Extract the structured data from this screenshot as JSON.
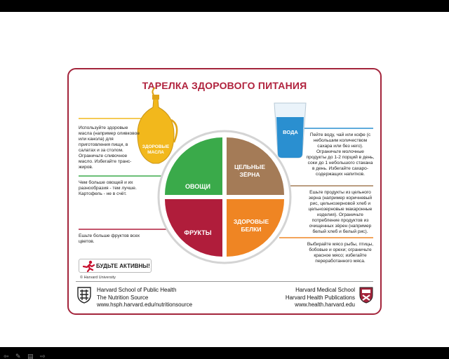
{
  "title": "ТАРЕЛКА ЗДОРОВОГО ПИТАНИЯ",
  "oil": {
    "label_line1": "ЗДОРОВЫЕ",
    "label_line2": "МАСЛА",
    "color": "#f2b81c"
  },
  "water": {
    "label": "ВОДА",
    "color": "#2a8fd0"
  },
  "plate": {
    "vegetables": {
      "label": "ОВОЩИ",
      "color": "#3aaa4a"
    },
    "grains": {
      "label_line1": "ЦЕЛЬНЫЕ",
      "label_line2": "ЗЁРНА",
      "color": "#a47b57"
    },
    "fruits": {
      "label": "ФРУКТЫ",
      "color": "#b01d3b"
    },
    "protein": {
      "label_line1": "ЗДОРОВЫЕ",
      "label_line2": "БЕЛКИ",
      "color": "#ef8523"
    }
  },
  "notes": {
    "oils": [
      "Используйте здоровые",
      "масла (например оливковое",
      "или канола) для",
      "приготовления пищи, в",
      "салатах и за столом.",
      "Ограничьте сливочное",
      "масло. Избегайте транс-",
      "жиров."
    ],
    "vegetables": [
      "Чем больше овощей и их",
      "разнообразия - тем лучше.",
      "Картофель - не в счёт."
    ],
    "fruits": [
      "Ешьте больше фруктов всех",
      "цветов."
    ],
    "water": [
      "Пейте воду, чай или кофе (с",
      "небольшим количеством",
      "сахара или без него).",
      "Ограничьте молочные",
      "продукты до 1-2 порций в день,",
      "соки до 1 небольшого стакана",
      "в день. Избегайте сахаро-",
      "содержащих напитков."
    ],
    "grains": [
      "Ешьте продукты из цельного",
      "зерна (например коричневый",
      "рис, цельнозерновой хлеб и",
      "цельнозерновые макаронные",
      "изделия). Ограничьте",
      "потребление продуктов из",
      "очищенных зёрен (например",
      "белый хлеб и белый рис)."
    ],
    "protein": [
      "Выбирайте мясо рыбы, птицы,",
      "бобовые и орехи; ограничьте",
      "красное мясо; избегайте",
      "переработанного мяса."
    ]
  },
  "active": {
    "label": "БУДЬТЕ АКТИВНЫ!"
  },
  "copyright": "© Harvard University",
  "footer": {
    "left": [
      "Harvard School of Public Health",
      "The Nutrition Source",
      "www.hsph.harvard.edu/nutritionsource"
    ],
    "right": [
      "Harvard Medical School",
      "Harvard Health Publications",
      "www.health.harvard.edu"
    ]
  },
  "colors": {
    "border": "#a3243b",
    "title": "#b0223d",
    "green": "#3aaa4a",
    "brown": "#a47b57",
    "red": "#b01d3b",
    "orange": "#ef8523",
    "yellow": "#f2b81c",
    "blue": "#2a8fd0"
  }
}
